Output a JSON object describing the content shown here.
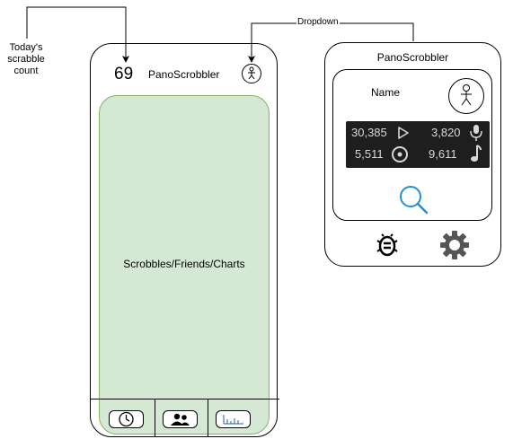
{
  "annotations": {
    "count_note": "Today's scrabble count",
    "dropdown_note": "Dropdown"
  },
  "phone": {
    "count": "69",
    "title": "PanoScrobbler",
    "content_label": "Scrobbles/Friends/Charts",
    "nav_icons": [
      "clock-icon",
      "friends-icon",
      "charts-icon"
    ],
    "content_fill": "#d5e8d4",
    "content_border": "#82b366"
  },
  "dropdown": {
    "title": "PanoScrobbler",
    "name": "Name",
    "stats": [
      {
        "value": "30,385",
        "icon": "play-icon"
      },
      {
        "value": "3,820",
        "icon": "microphone-icon"
      },
      {
        "value": "5,511",
        "icon": "album-icon"
      },
      {
        "value": "9,611",
        "icon": "music-note-icon"
      }
    ],
    "stats_bg": "#1e1e1e",
    "search_icon_color": "#1f8fd8",
    "bottom_icons": [
      "bug-icon",
      "gear-icon"
    ]
  }
}
